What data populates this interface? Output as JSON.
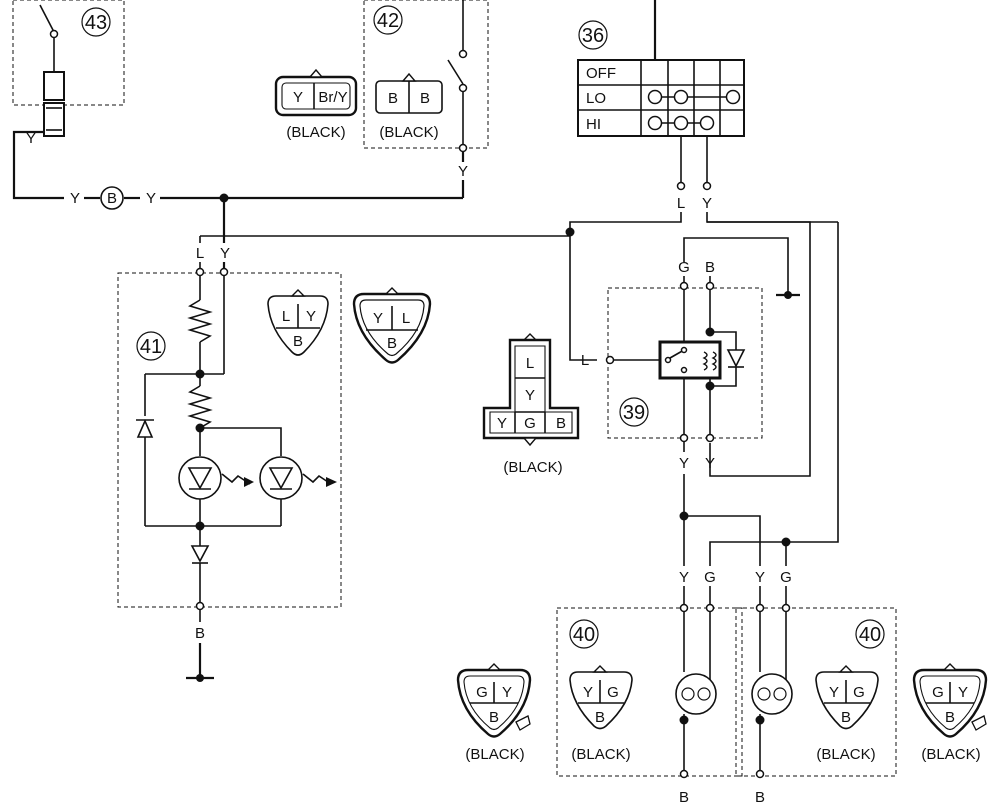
{
  "refs": {
    "r43": "43",
    "r42": "42",
    "r36": "36",
    "r41": "41",
    "r39": "39",
    "r40a": "40",
    "r40b": "40"
  },
  "wire_letters": {
    "Y": "Y",
    "B": "B",
    "L": "L",
    "G": "G"
  },
  "connector_color": "(BLACK)",
  "switch_table": {
    "rows": [
      "OFF",
      "LO",
      "HI"
    ]
  },
  "connectors": {
    "c42a": [
      "Y",
      "Br/Y"
    ],
    "c42b": [
      "B",
      "B"
    ],
    "c41a": [
      "L",
      "Y",
      "B"
    ],
    "c41b": [
      "Y",
      "L",
      "B"
    ],
    "c39": [
      "L",
      "Y",
      "Y",
      "G",
      "B"
    ],
    "c40": [
      "G",
      "Y",
      "B"
    ]
  }
}
